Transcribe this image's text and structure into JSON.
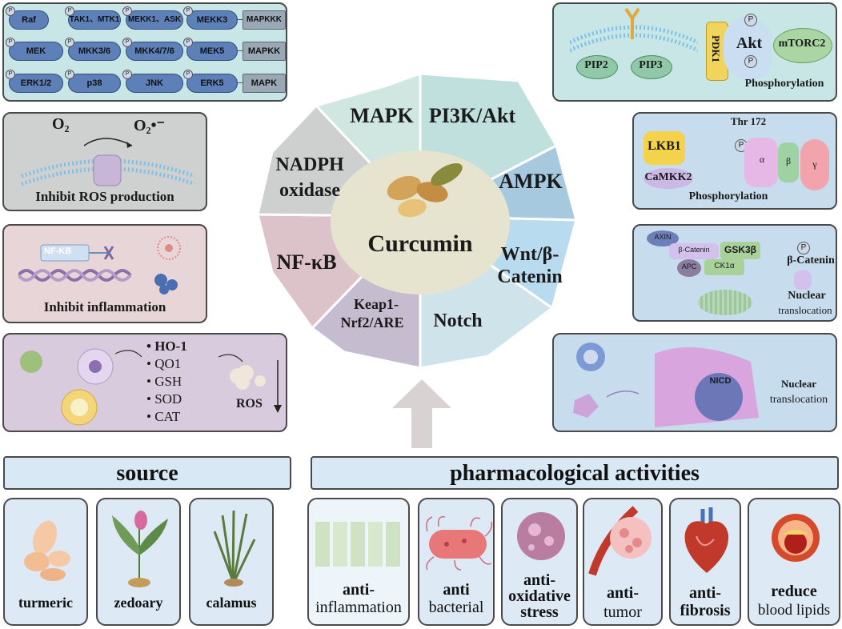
{
  "mapk_box": {
    "row1": [
      "Raf",
      "TAK1、MTK1",
      "MEKK1、ASK",
      "MEKK3",
      "MAPKKK"
    ],
    "row2": [
      "MEK",
      "MKK3/6",
      "MKK4/7/6",
      "MEK5",
      "MAPKK"
    ],
    "row3": [
      "ERK1/2",
      "p38",
      "JNK",
      "ERK5",
      "MAPK"
    ],
    "p_label": "P"
  },
  "nadph_box": {
    "o2": "O₂",
    "o2_radical": "O₂•⁻",
    "caption": "Inhibit ROS production"
  },
  "nfkb_box": {
    "gene_label": "NF-KB",
    "caption": "Inhibit inflammation"
  },
  "nrf2_box": {
    "items": [
      "HO-1",
      "QO1",
      "GSH",
      "SOD",
      "CAT"
    ],
    "ros": "ROS"
  },
  "center": {
    "title": "Curcumin",
    "sectors": [
      "MAPK",
      "PI3K/Akt",
      "AMPK",
      "Wnt/β-Catenin",
      "Notch",
      "Keap1-Nrf2/ARE",
      "NF-κB",
      "NADPH oxidase"
    ],
    "sector_lines": {
      "mapk": [
        "MAPK"
      ],
      "pi3k": [
        "PI3K/Akt"
      ],
      "ampk": [
        "AMPK"
      ],
      "wnt": [
        "Wnt/β-",
        "Catenin"
      ],
      "notch": [
        "Notch"
      ],
      "keap": [
        "Keap1-",
        "Nrf2/ARE"
      ],
      "nfkb": [
        "NF-κB"
      ],
      "nadph": [
        "NADPH",
        "oxidase"
      ]
    }
  },
  "pi3k_box": {
    "pip2": "PIP2",
    "pip3": "PIP3",
    "pdk1": "PDK1",
    "akt": "Akt",
    "mtorc2": "mTORC2",
    "caption": "Phosphorylation",
    "p": "P"
  },
  "ampk_box": {
    "thr": "Thr 172",
    "lkb1": "LKB1",
    "camkk2": "CaMKK2",
    "alpha": "α",
    "beta": "β",
    "gamma": "γ",
    "caption": "Phosphorylation",
    "p": "P"
  },
  "wnt_box": {
    "axin": "AXIN",
    "bcat_small": "β-Catenin",
    "gsk": "GSK3β",
    "apc": "APC",
    "ck1": "CK1α",
    "bcat": "β-Catenin",
    "caption1": "Nuclear",
    "caption2": "translocation",
    "p": "P"
  },
  "notch_box": {
    "nicd": "NICD",
    "caption1": "Nuclear",
    "caption2": "translocation"
  },
  "source": {
    "title": "source",
    "items": [
      "turmeric",
      "zedoary",
      "calamus"
    ]
  },
  "pharma": {
    "title": "pharmacological activities",
    "items": [
      {
        "line1": "anti-",
        "line2": "inflammation"
      },
      {
        "line1": "anti",
        "line2": "bacterial"
      },
      {
        "line1": "anti-",
        "line2": "oxidative",
        "line3": "stress"
      },
      {
        "line1": "anti-",
        "line2": "tumor"
      },
      {
        "line1": "anti-",
        "line2": "fibrosis"
      },
      {
        "line1": "reduce",
        "line2": "blood lipids"
      }
    ]
  },
  "colors": {
    "mapk_bg": "#c9e6e6",
    "nadph_bg": "#cfd1d1",
    "nfkb_bg": "#e8d5d8",
    "nrf2_bg": "#d8cbdd",
    "right_bg": "#c9e6e6",
    "right_blue_bg": "#c7dcec",
    "pill": "#5d80b8",
    "source_card": "#dde9f4"
  }
}
